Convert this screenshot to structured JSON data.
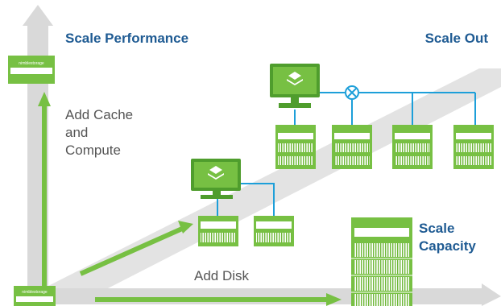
{
  "labels": {
    "scale_performance": "Scale Performance",
    "scale_out": "Scale Out",
    "add_cache_line1": "Add Cache",
    "add_cache_line2": "and",
    "add_cache_line3": "Compute",
    "scale_capacity_line1": "Scale",
    "scale_capacity_line2": "Capacity",
    "add_disk": "Add Disk",
    "brand": "nimblestorage"
  },
  "colors": {
    "green": "#77c043",
    "dark_green": "#4f9d2d",
    "axis_gray": "#d9d9d9",
    "diag_gray": "#e3e3e3",
    "blue_text": "#1f5b93",
    "gray_text": "#555555",
    "connector_blue": "#1d9fd9"
  },
  "icons": {
    "monitor": "monitor-icon",
    "switch": "network-switch-icon",
    "storage": "storage-array-icon"
  }
}
